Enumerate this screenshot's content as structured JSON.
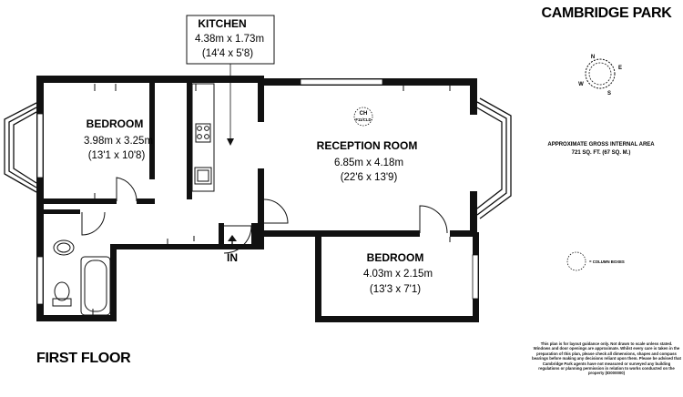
{
  "property": {
    "name": "CAMBRIDGE PARK"
  },
  "floor_label": "FIRST FLOOR",
  "gross_area": {
    "line1": "APPROXIMATE GROSS INTERNAL AREA",
    "line2": "721 SQ. FT. (67 SQ. M.)"
  },
  "compass": {
    "n": "N",
    "e": "E",
    "s": "S",
    "w": "W"
  },
  "column_legend": "= COLUMN BOXES",
  "entrance": {
    "label": "IN"
  },
  "boiler": {
    "line1": "CH",
    "line2": "F11/CLD"
  },
  "rooms": {
    "kitchen": {
      "name": "KITCHEN",
      "metric": "4.38m x 1.73m",
      "imperial": "(14'4 x 5'8)"
    },
    "bedroom1": {
      "name": "BEDROOM",
      "metric": "3.98m x 3.25m",
      "imperial": "(13'1 x 10'8)"
    },
    "reception": {
      "name": "RECEPTION ROOM",
      "metric": "6.85m x 4.18m",
      "imperial": "(22'6 x 13'9)"
    },
    "bedroom2": {
      "name": "BEDROOM",
      "metric": "4.03m x 2.15m",
      "imperial": "(13'3 x 7'1)"
    }
  },
  "disclaimer": "This plan is for layout guidance only. Not drawn to scale unless stated. Windows and door openings are approximate. Whilst every care is taken in the preparation of this plan, please check all dimensions, shapes and compass bearings before making any decisions reliant upon them. Please be advised that Cambridge Park agents have not measured or surveyed any building regulations or planning permission in relation to works conducted on the property (ID000000)"
}
